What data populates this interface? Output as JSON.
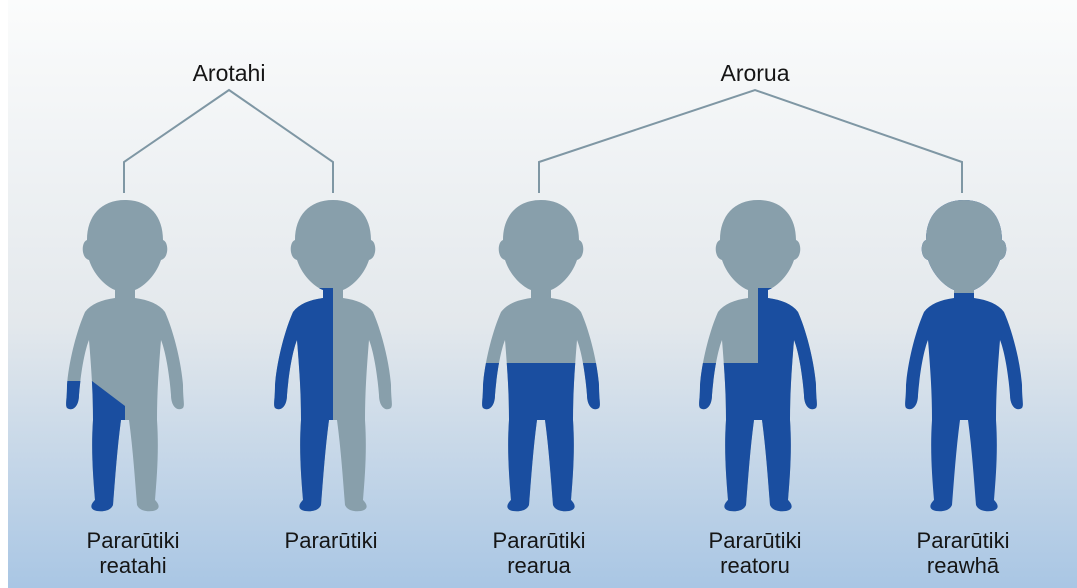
{
  "colors": {
    "body_gray": "#889fab",
    "affected_blue": "#1a4ea0",
    "connector": "#7f97a4",
    "text": "#151515"
  },
  "groups": [
    {
      "label": "Arotahi"
    },
    {
      "label": "Arorua"
    }
  ],
  "figures": [
    {
      "caption_line1": "Pararūtiki",
      "caption_line2": "reatahi",
      "affected": "one limb"
    },
    {
      "caption_line1": "Pararūtiki",
      "caption_line2": "",
      "affected": "one side"
    },
    {
      "caption_line1": "Pararūtiki",
      "caption_line2": "rearua",
      "affected": "both legs"
    },
    {
      "caption_line1": "Pararūtiki",
      "caption_line2": "reatoru",
      "affected": "both legs and one arm"
    },
    {
      "caption_line1": "Pararūtiki",
      "caption_line2": "reawhā",
      "affected": "all four limbs and trunk"
    }
  ]
}
